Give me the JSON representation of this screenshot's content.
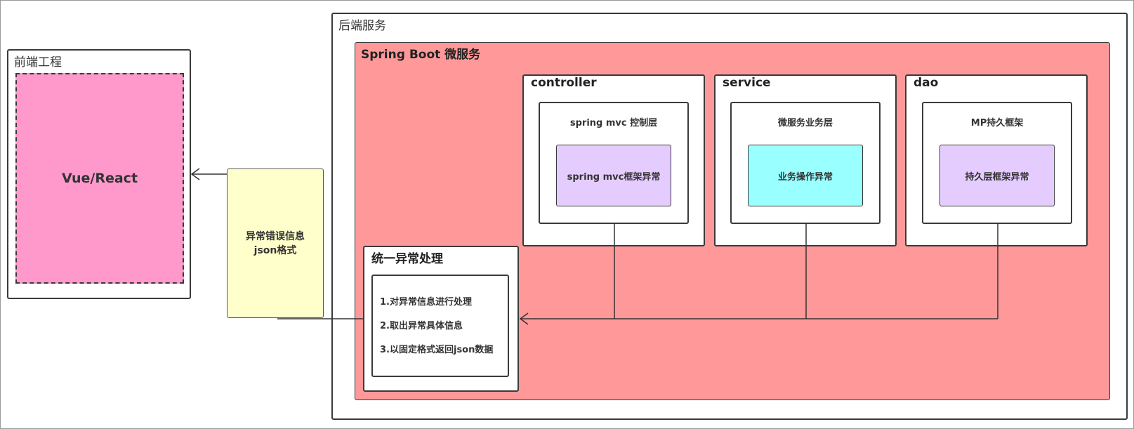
{
  "frontend": {
    "title": "前端工程",
    "framework": "Vue/React"
  },
  "backend": {
    "title": "后端服务",
    "microservice_title": "Spring Boot 微服务",
    "layers": [
      {
        "title": "controller",
        "inner_title": "spring mvc 控制层",
        "exception": "spring mvc框架异常"
      },
      {
        "title": "service",
        "inner_title": "微服务业务层",
        "exception": "业务操作异常"
      },
      {
        "title": "dao",
        "inner_title": "MP持久框架",
        "exception": "持久层框架异常"
      }
    ],
    "handler": {
      "title": "统一异常处理",
      "steps": [
        "1.对异常信息进行处理",
        "2.取出异常具体信息",
        "3.以固定格式返回json数据"
      ]
    }
  },
  "message": {
    "line1": "异常错误信息",
    "line2": "json格式"
  },
  "colors": {
    "frontend_fill": "#ff99cc",
    "microservice_fill": "#ff9999",
    "message_fill": "#ffffcc",
    "purple_fill": "#e5ccff",
    "cyan_fill": "#99ffff"
  }
}
